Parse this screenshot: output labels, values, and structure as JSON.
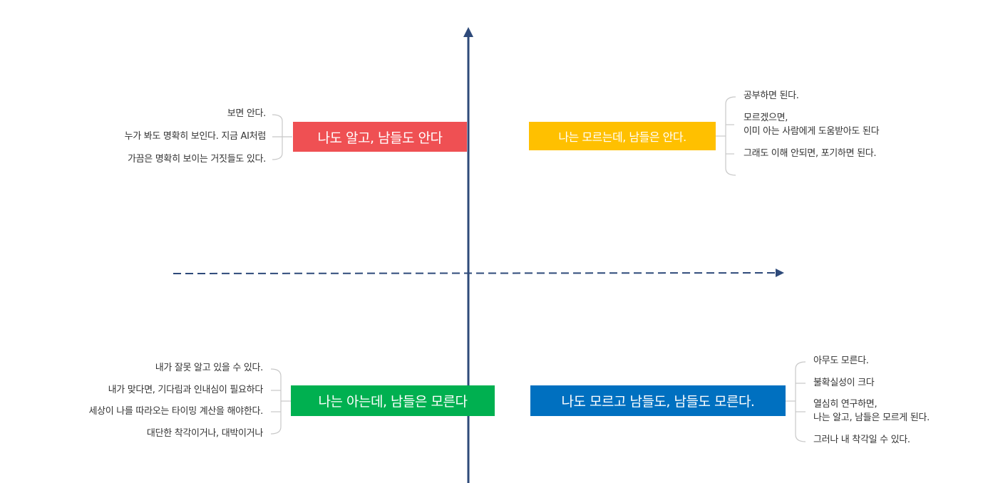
{
  "colors": {
    "axis": "#2e4a7a",
    "bracket": "#c8c8c8",
    "top_left": "#ef5053",
    "top_right": "#ffc000",
    "bottom_left": "#00b050",
    "bottom_right": "#0070c0"
  },
  "quadrants": {
    "top_left": {
      "label": "나도 알고, 남들도 안다",
      "notes": [
        "보면 안다.",
        "누가 봐도 명확히 보인다. 지금 AI처럼",
        "가끔은 명확히 보이는 거짓들도 있다."
      ]
    },
    "top_right": {
      "label": "나는  모르는데, 남들은 안다.",
      "notes": [
        "공부하면 된다.",
        "모르겠으면,",
        "이미 아는 사람에게 도움받아도 된다",
        "그래도 이해 안되면, 포기하면 된다."
      ]
    },
    "bottom_left": {
      "label": "나는 아는데, 남들은 모른다",
      "notes": [
        "내가 잘못 알고 있을 수 있다.",
        "내가 맞다면, 기다림과 인내심이 필요하다",
        "세상이 나를 따라오는 타이밍 계산을 해야한다.",
        "대단한 착각이거나, 대박이거나"
      ]
    },
    "bottom_right": {
      "label": "나도 모르고 남들도, 남들도 모른다.",
      "notes": [
        "아무도 모른다.",
        "불확실성이 크다",
        "열심히 연구하면,",
        "나는 알고, 남들은 모르게 된다.",
        "그러나 내 착각일 수 있다."
      ]
    }
  }
}
